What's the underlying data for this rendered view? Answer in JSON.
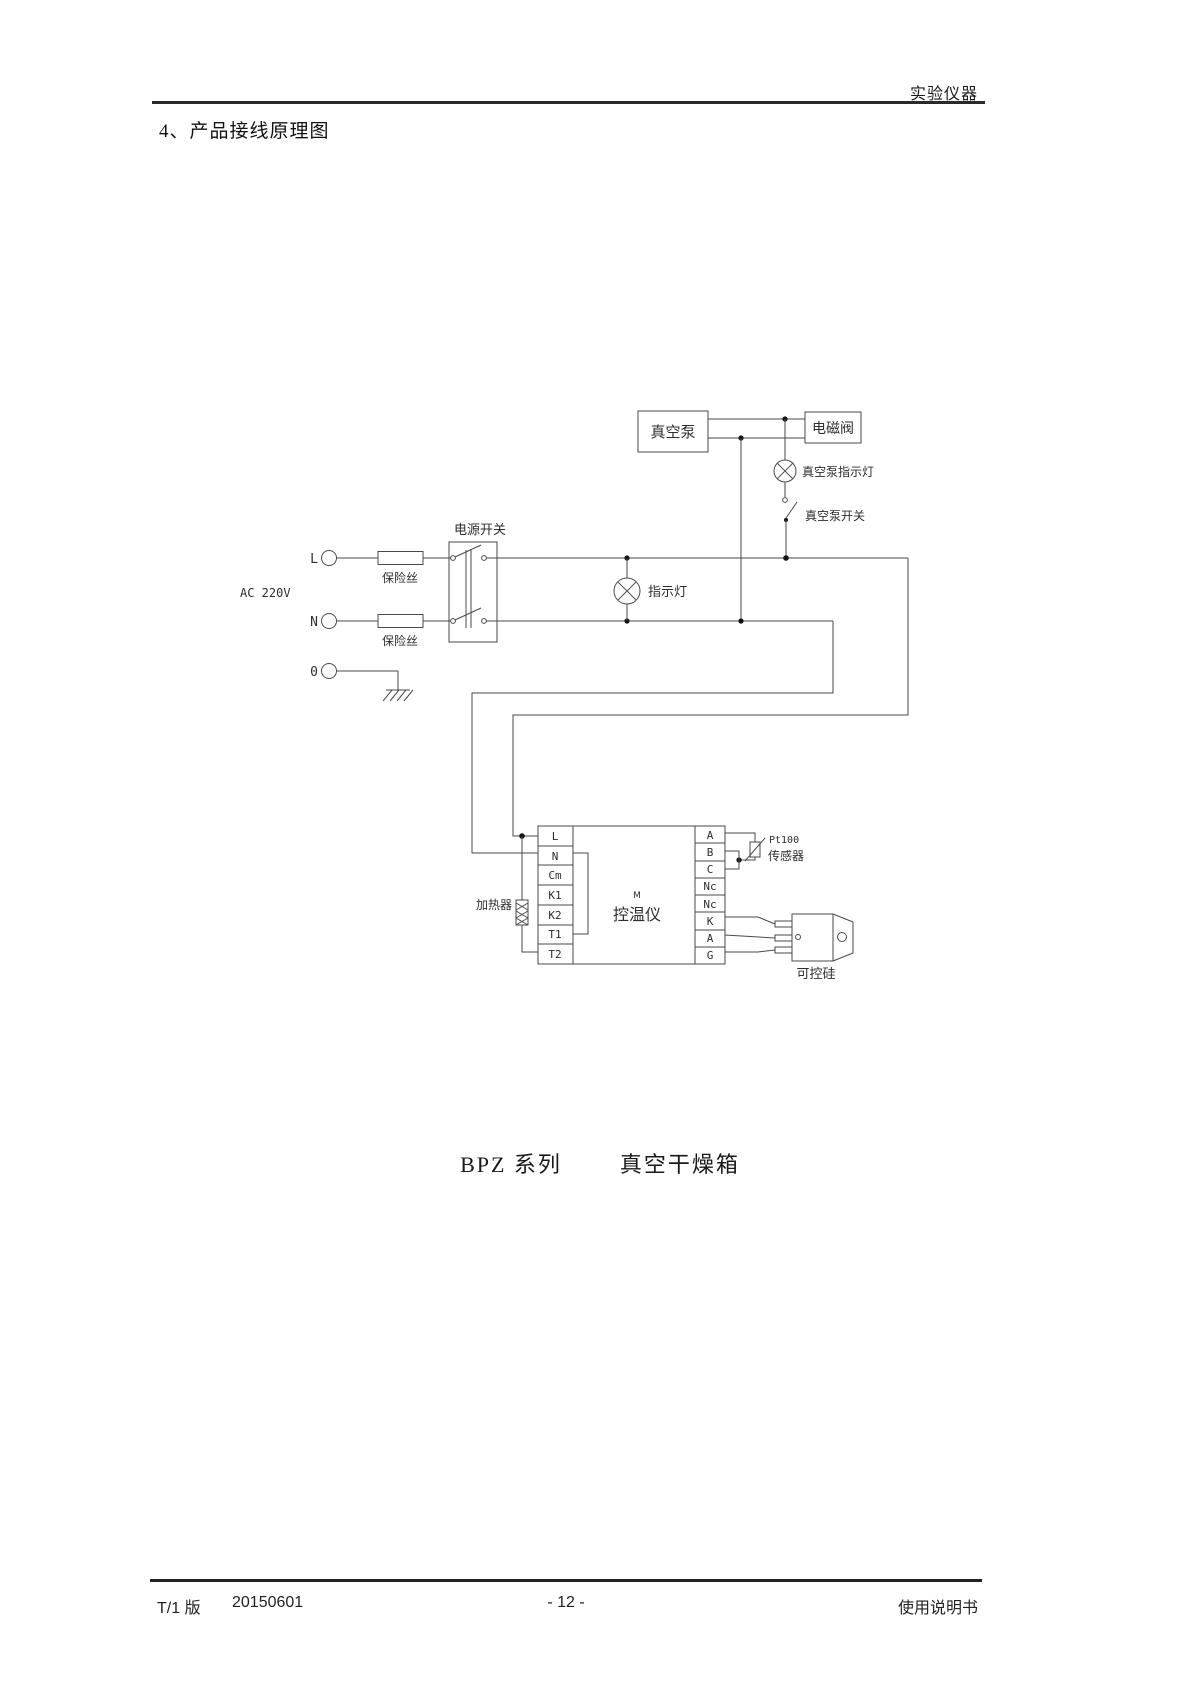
{
  "header": {
    "doc_label": "实验仪器"
  },
  "title": "4、产品接线原理图",
  "diagram": {
    "vacuum_pump": "真空泵",
    "solenoid_valve": "电磁阀",
    "vacuum_pump_indicator_label": "真空泵指示灯",
    "vacuum_pump_switch_label": "真空泵开关",
    "power_switch_label": "电源开关",
    "fuse_label_l": "保险丝",
    "fuse_label_n": "保险丝",
    "ac_label": "AC 220V",
    "terminal_l": "L",
    "terminal_n": "N",
    "terminal_ground": "0",
    "indicator_label": "指示灯",
    "heater_label": "加热器",
    "controller_model": "M",
    "controller_label": "控温仪",
    "sensor_label_line1": "Pt100",
    "sensor_label_line2": "传感器",
    "scr_label": "可控硅",
    "controller_left_terminals": [
      "L",
      "N",
      "Cm",
      "K1",
      "K2",
      "T1",
      "T2"
    ],
    "controller_right_terminals": [
      "A",
      "B",
      "C",
      "Nc",
      "Nc",
      "K",
      "A",
      "G"
    ]
  },
  "caption": {
    "series": "BPZ 系列",
    "product": "真空干燥箱"
  },
  "footer": {
    "version": "T/1 版",
    "date": "20150601",
    "page": "- 12 -",
    "manual": "使用说明书"
  }
}
